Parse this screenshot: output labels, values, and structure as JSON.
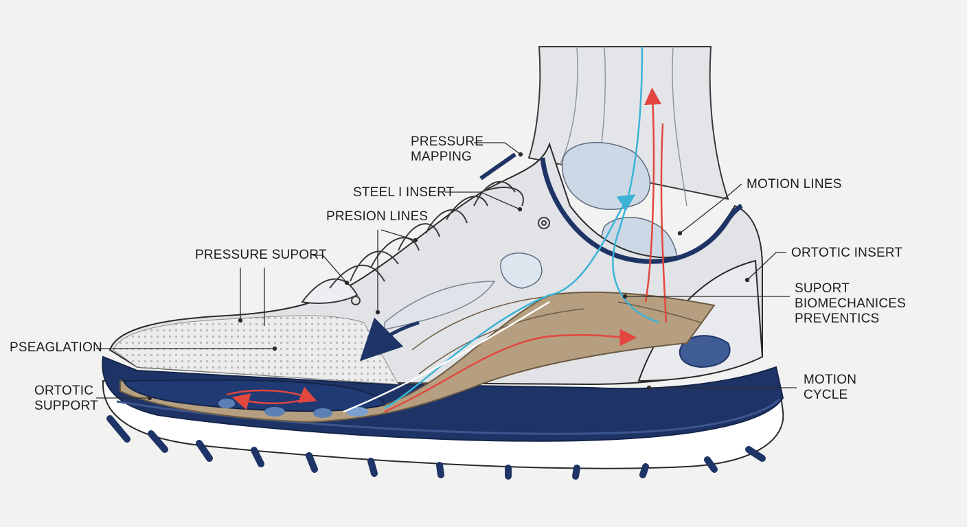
{
  "labels": {
    "pressure_mapping": [
      "PRESSURE",
      "MAPPING"
    ],
    "steel_insert": "STEEL I INSERT",
    "presion_lines": "PRESION LINES",
    "pressure_suport": "PRESSURE SUPORT",
    "pseaglation": "PSEAGLATION",
    "ortotic_support": [
      "ORTOTIC",
      "SUPPORT"
    ],
    "motion_lines": "MOTION LINES",
    "ortotic_insert": "ORTOTIC INSERT",
    "suport_biomechanics": [
      "SUPORT",
      "BIOMECHANICES",
      "PREVENTICS"
    ],
    "motion_cycle": [
      "MOTION",
      "CYCLE"
    ]
  },
  "colors": {
    "background": "#f2f2f1",
    "navy": "#1f3466",
    "outsole_white": "#ffffff",
    "upper_grey": "#e1e3e6",
    "mesh": "#ededed",
    "insole_tan": "#b59f80",
    "bone_blue": "#c9d5e3",
    "arrow_red": "#e2463f",
    "arrow_cyan": "#3bb3d6",
    "leader": "#2a2a2a"
  }
}
